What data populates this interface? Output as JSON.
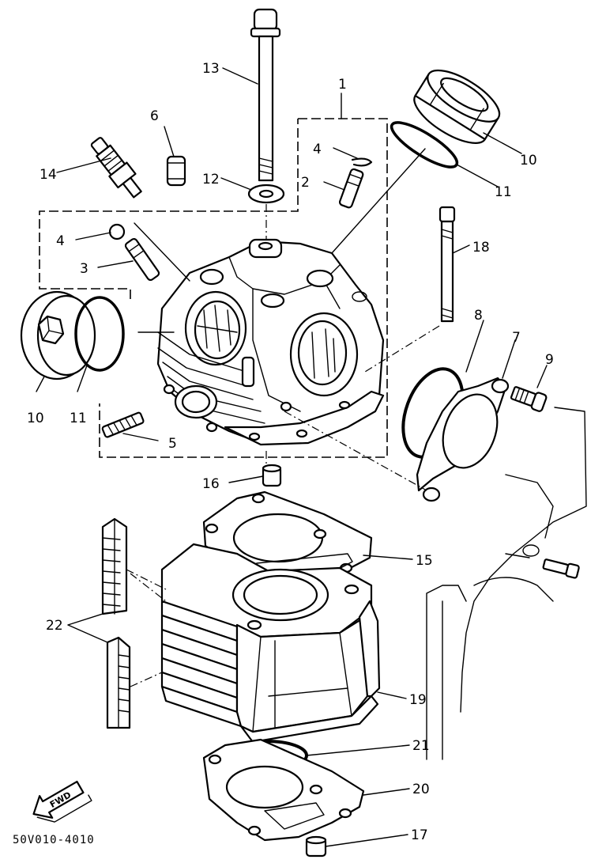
{
  "diagram": {
    "part_code": "50V010-4010",
    "direction_marker": "FWD",
    "callouts": [
      {
        "id": "c1",
        "label": "1"
      },
      {
        "id": "c2",
        "label": "2"
      },
      {
        "id": "c3",
        "label": "3"
      },
      {
        "id": "c4a",
        "label": "4"
      },
      {
        "id": "c4b",
        "label": "4"
      },
      {
        "id": "c5",
        "label": "5"
      },
      {
        "id": "c6",
        "label": "6"
      },
      {
        "id": "c7",
        "label": "7"
      },
      {
        "id": "c8",
        "label": "8"
      },
      {
        "id": "c9",
        "label": "9"
      },
      {
        "id": "c10a",
        "label": "10"
      },
      {
        "id": "c10b",
        "label": "10"
      },
      {
        "id": "c11a",
        "label": "11"
      },
      {
        "id": "c11b",
        "label": "11"
      },
      {
        "id": "c12",
        "label": "12"
      },
      {
        "id": "c13",
        "label": "13"
      },
      {
        "id": "c14",
        "label": "14"
      },
      {
        "id": "c15",
        "label": "15"
      },
      {
        "id": "c16",
        "label": "16"
      },
      {
        "id": "c17",
        "label": "17"
      },
      {
        "id": "c18",
        "label": "18"
      },
      {
        "id": "c19",
        "label": "19"
      },
      {
        "id": "c20",
        "label": "20"
      },
      {
        "id": "c21",
        "label": "21"
      },
      {
        "id": "c22",
        "label": "22"
      }
    ]
  }
}
